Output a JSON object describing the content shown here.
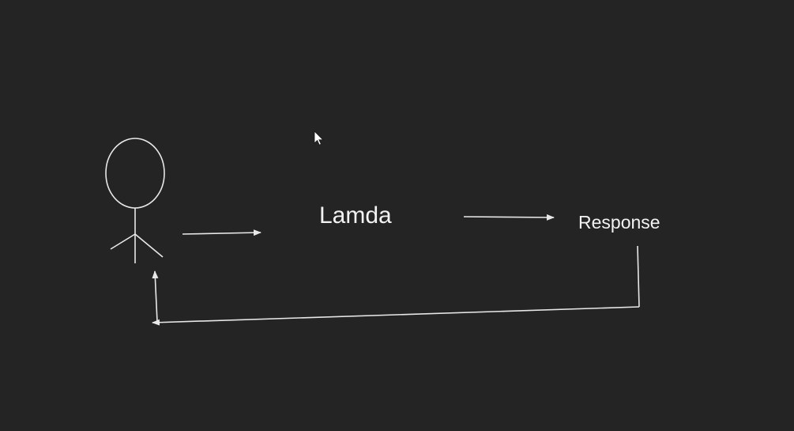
{
  "diagram": {
    "nodes": [
      {
        "id": "user",
        "kind": "stick-figure",
        "label": ""
      },
      {
        "id": "lamda",
        "kind": "text",
        "label": "Lamda"
      },
      {
        "id": "response",
        "kind": "text",
        "label": "Response"
      }
    ],
    "edges": [
      {
        "from": "user",
        "to": "lamda"
      },
      {
        "from": "lamda",
        "to": "response"
      },
      {
        "from": "response",
        "to": "user"
      }
    ],
    "colors": {
      "background": "#242424",
      "stroke": "#e8e8e8",
      "text": "#f2f2f2"
    }
  },
  "cursor": {
    "icon": "mouse-pointer-icon"
  }
}
